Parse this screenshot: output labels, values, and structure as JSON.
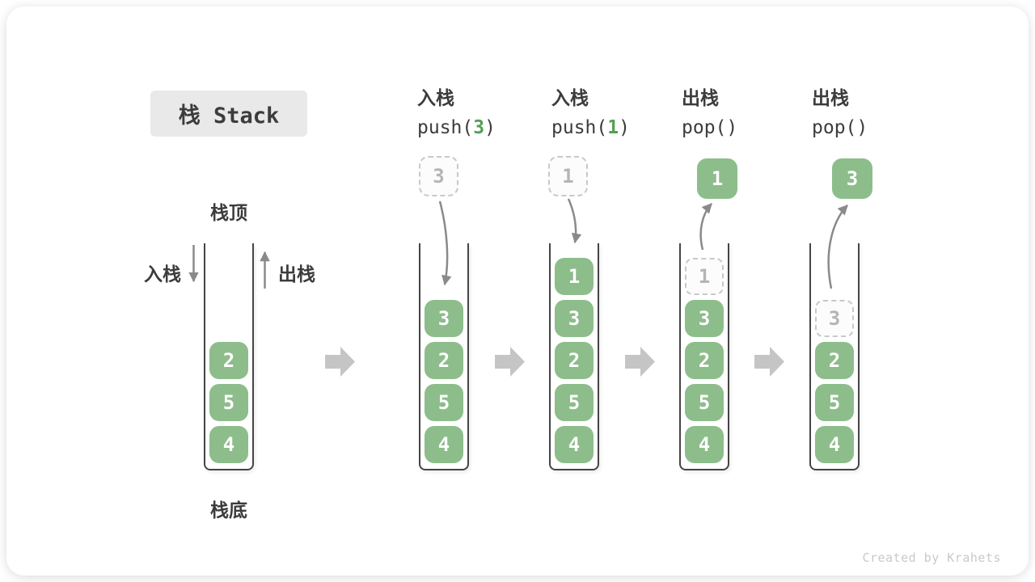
{
  "title": {
    "label": "栈 Stack"
  },
  "labels": {
    "stack_top": "栈顶",
    "stack_bottom": "栈底",
    "push": "入栈",
    "pop": "出栈"
  },
  "operations": [
    {
      "name": "入栈",
      "code_pre": "push(",
      "code_arg": "3",
      "code_post": ")"
    },
    {
      "name": "入栈",
      "code_pre": "push(",
      "code_arg": "1",
      "code_post": ")"
    },
    {
      "name": "出栈",
      "code_pre": "pop(",
      "code_arg": "",
      "code_post": ")"
    },
    {
      "name": "出栈",
      "code_pre": "pop(",
      "code_arg": "",
      "code_post": ")"
    }
  ],
  "stacks": [
    {
      "blocks": [
        "2",
        "5",
        "4"
      ]
    },
    {
      "incoming": "3",
      "blocks": [
        "3",
        "2",
        "5",
        "4"
      ]
    },
    {
      "incoming": "1",
      "blocks": [
        "1",
        "3",
        "2",
        "5",
        "4"
      ]
    },
    {
      "outgoing": "1",
      "ghost": "1",
      "blocks": [
        "3",
        "2",
        "5",
        "4"
      ]
    },
    {
      "outgoing": "3",
      "ghost": "3",
      "blocks": [
        "2",
        "5",
        "4"
      ]
    }
  ],
  "footer": {
    "credit": "Created by Krahets"
  },
  "colors": {
    "block_green": "#8dbd8b",
    "code_green": "#55a054",
    "text_dark": "#3c3c3c",
    "arrow_gray": "#8a8a8a",
    "flow_arrow": "#c5c5c5",
    "title_bg": "#e9e9e9"
  }
}
